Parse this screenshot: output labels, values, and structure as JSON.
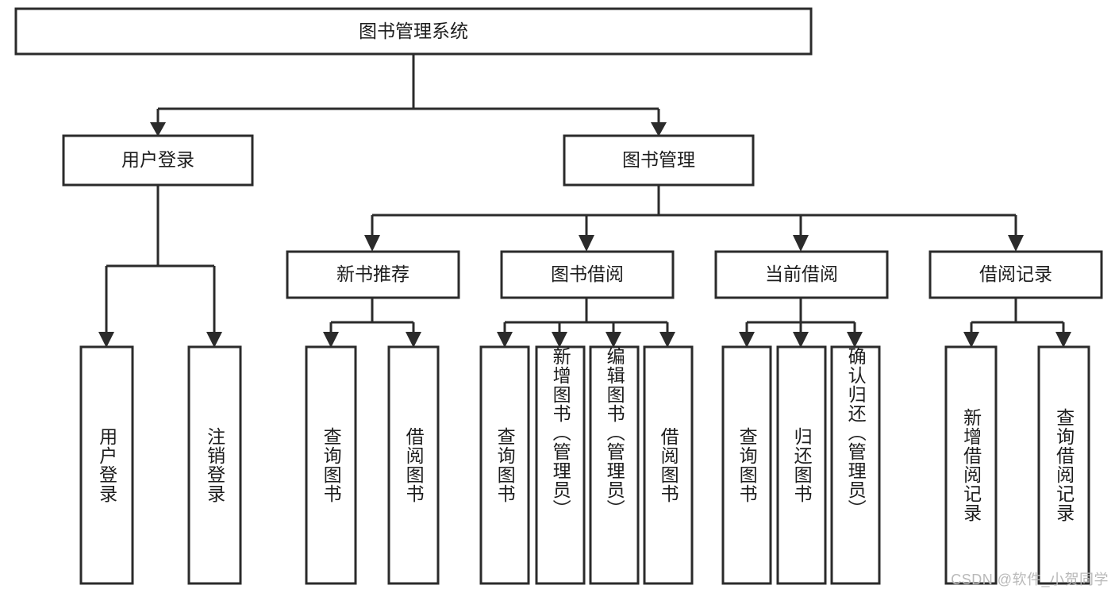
{
  "diagram": {
    "type": "tree-hierarchy",
    "title": "图书管理系统",
    "watermark": "CSDN @软件_小贺同学",
    "colors": {
      "stroke": "#2b2b2b",
      "node_fill": "#ffffff",
      "text": "#1d1d1d",
      "background": "#ffffff",
      "watermark": "#b9b9b9"
    },
    "levels": {
      "root": {
        "label": "图书管理系统",
        "orientation": "horizontal"
      },
      "level2": [
        {
          "id": "user-login",
          "label": "用户登录",
          "orientation": "horizontal"
        },
        {
          "id": "book-manage",
          "label": "图书管理",
          "orientation": "horizontal"
        }
      ],
      "level3": [
        {
          "id": "new-book-recommend",
          "label": "新书推荐",
          "orientation": "horizontal",
          "parent": "book-manage"
        },
        {
          "id": "book-borrow",
          "label": "图书借阅",
          "orientation": "horizontal",
          "parent": "book-manage"
        },
        {
          "id": "current-borrow",
          "label": "当前借阅",
          "orientation": "horizontal",
          "parent": "book-manage"
        },
        {
          "id": "borrow-record",
          "label": "借阅记录",
          "orientation": "horizontal",
          "parent": "book-manage"
        }
      ],
      "leaves": [
        {
          "id": "leaf-user-login",
          "label": "用户登录",
          "orientation": "vertical",
          "parent": "user-login"
        },
        {
          "id": "leaf-logout",
          "label": "注销登录",
          "orientation": "vertical",
          "parent": "user-login"
        },
        {
          "id": "leaf-query-book-1",
          "label": "查询图书",
          "orientation": "vertical",
          "parent": "new-book-recommend"
        },
        {
          "id": "leaf-borrow-book-1",
          "label": "借阅图书",
          "orientation": "vertical",
          "parent": "new-book-recommend"
        },
        {
          "id": "leaf-query-book-2",
          "label": "查询图书",
          "orientation": "vertical",
          "parent": "book-borrow"
        },
        {
          "id": "leaf-add-book",
          "label": "新增图书（管理员）",
          "orientation": "vertical",
          "parent": "book-borrow"
        },
        {
          "id": "leaf-edit-book",
          "label": "编辑图书（管理员）",
          "orientation": "vertical",
          "parent": "book-borrow"
        },
        {
          "id": "leaf-borrow-book-2",
          "label": "借阅图书",
          "orientation": "vertical",
          "parent": "book-borrow"
        },
        {
          "id": "leaf-query-book-3",
          "label": "查询图书",
          "orientation": "vertical",
          "parent": "current-borrow"
        },
        {
          "id": "leaf-return-book",
          "label": "归还图书",
          "orientation": "vertical",
          "parent": "current-borrow"
        },
        {
          "id": "leaf-confirm-return",
          "label": "确认归还（管理员）",
          "orientation": "vertical",
          "parent": "current-borrow"
        },
        {
          "id": "leaf-add-record",
          "label": "新增借阅记录",
          "orientation": "vertical",
          "parent": "borrow-record"
        },
        {
          "id": "leaf-query-record",
          "label": "查询借阅记录",
          "orientation": "vertical",
          "parent": "borrow-record"
        }
      ]
    }
  }
}
